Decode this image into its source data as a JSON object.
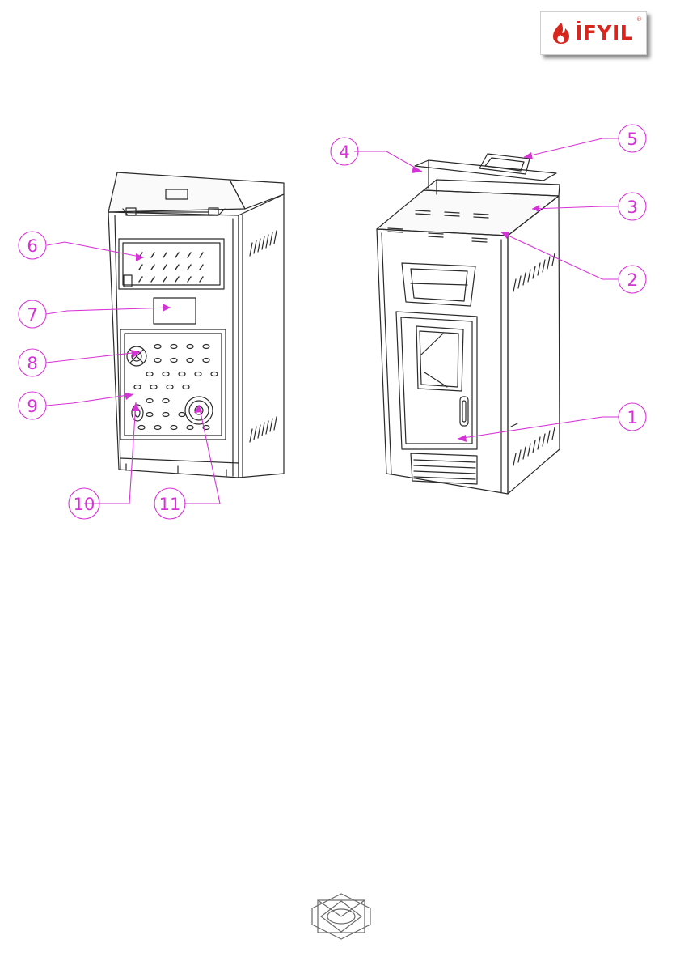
{
  "brand": {
    "name": "İFYIL",
    "registered_mark": "®",
    "color": "#d7261e",
    "logo_icon": "flame-icon"
  },
  "colors": {
    "callout": "#d633d6",
    "drawing": "#2a2a2a"
  },
  "callouts": [
    {
      "number": "1",
      "label": "1"
    },
    {
      "number": "2",
      "label": "2"
    },
    {
      "number": "3",
      "label": "3"
    },
    {
      "number": "4",
      "label": "4"
    },
    {
      "number": "5",
      "label": "5"
    },
    {
      "number": "6",
      "label": "6"
    },
    {
      "number": "7",
      "label": "7"
    },
    {
      "number": "8",
      "label": "8"
    },
    {
      "number": "9",
      "label": "9"
    },
    {
      "number": "10",
      "label": "10"
    },
    {
      "number": "11",
      "label": "11"
    }
  ],
  "footer": {
    "ornament_icon": "geometric-ornament-icon"
  }
}
